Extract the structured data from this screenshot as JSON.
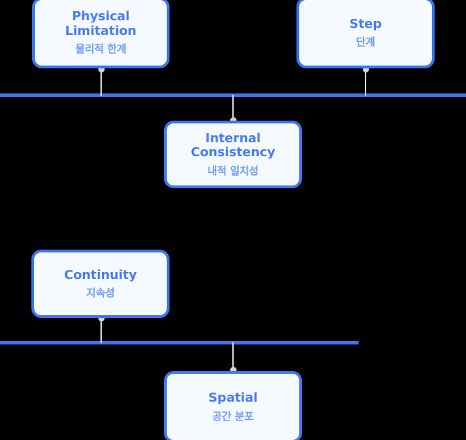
{
  "diagram": {
    "background_color": "#000000",
    "accent_color": "#3b75f0",
    "node_fill_color": "#f4faff",
    "english_label_color": "#4a7cf5",
    "korean_label_color": "#6f9dfb",
    "connector_color": "#d5d5d5",
    "nodes": [
      {
        "id": "physical-limitation",
        "en": "Physical\nLimitation",
        "ko": "물리적 한계"
      },
      {
        "id": "step",
        "en": "Step",
        "ko": "단계"
      },
      {
        "id": "internal-consistency",
        "en": "Internal\nConsistency",
        "ko": "내적 일치성"
      },
      {
        "id": "continuity",
        "en": "Continuity",
        "ko": "지속성"
      },
      {
        "id": "spatial",
        "en": "Spatial",
        "ko": "공간 분포"
      }
    ]
  }
}
